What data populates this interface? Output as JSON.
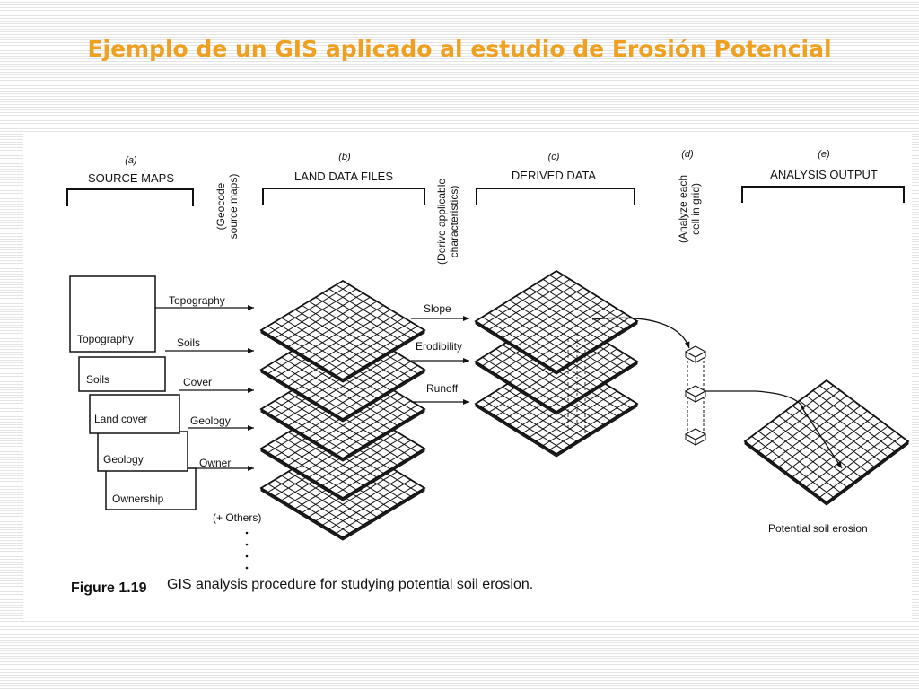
{
  "slide": {
    "title": "Ejemplo de un GIS aplicado al estudio de Erosión Potencial"
  },
  "figure": {
    "columns": [
      {
        "letter": "(a)",
        "heading": "SOURCE MAPS"
      },
      {
        "letter": "(b)",
        "heading": "LAND DATA FILES"
      },
      {
        "letter": "(c)",
        "heading": "DERIVED DATA"
      },
      {
        "letter": "(d)",
        "heading": ""
      },
      {
        "letter": "(e)",
        "heading": "ANALYSIS OUTPUT"
      }
    ],
    "steps": {
      "geocode": [
        "(Geocode",
        "source maps)"
      ],
      "derive": [
        "(Derive applicable",
        "characteristics)"
      ],
      "analyze": [
        "(Analyze each",
        "cell in grid)"
      ]
    },
    "source_maps": [
      "Topography",
      "Soils",
      "Land cover",
      "Geology",
      "Ownership"
    ],
    "layer_outputs": [
      "Topography",
      "Soils",
      "Cover",
      "Geology",
      "Owner"
    ],
    "others_label": "(+ Others)",
    "derived_labels": [
      "Slope",
      "Erodibility",
      "Runoff"
    ],
    "output_label": "Potential soil erosion",
    "caption": {
      "number": "Figure 1.19",
      "text": "GIS analysis procedure for studying potential soil erosion."
    }
  }
}
